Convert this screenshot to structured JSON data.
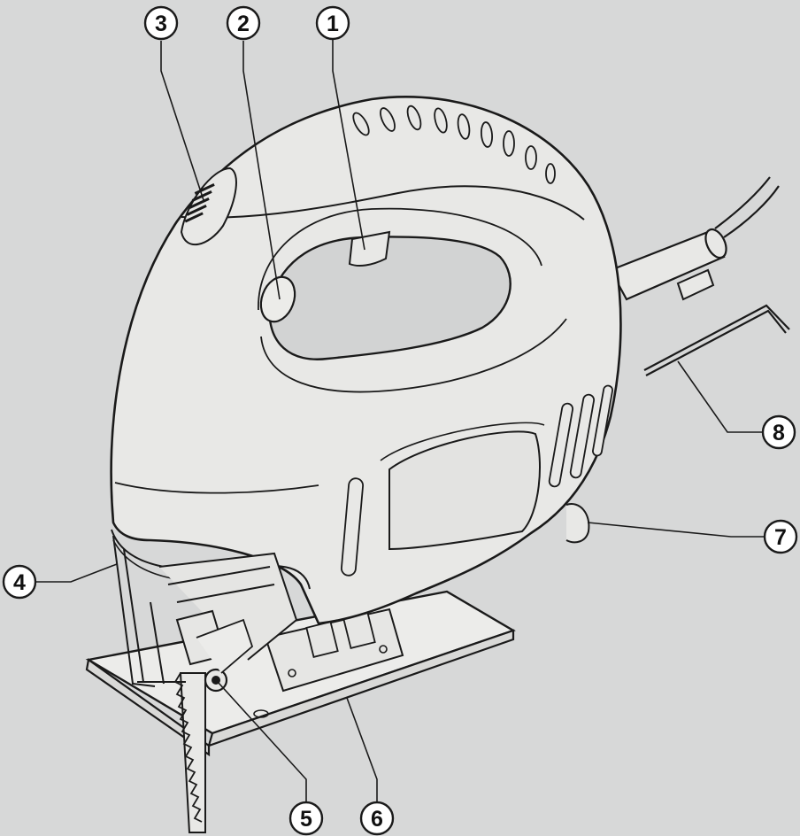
{
  "diagram": {
    "background_color": "#d7d8d8",
    "body_color": "#e8e8e6",
    "line_color": "#1a1a1a",
    "parts": [
      "jigsaw-body",
      "handle-opening",
      "ventilation-slots",
      "power-cord",
      "base-plate",
      "saw-blade",
      "blade-guard",
      "hex-key"
    ],
    "callouts": [
      {
        "id": "c1",
        "label": "1",
        "target": "trigger-switch"
      },
      {
        "id": "c2",
        "label": "2",
        "target": "lock-on-button"
      },
      {
        "id": "c3",
        "label": "3",
        "target": "speed-control-wheel"
      },
      {
        "id": "c4",
        "label": "4",
        "target": "blade-guard"
      },
      {
        "id": "c5",
        "label": "5",
        "target": "blade-clamp"
      },
      {
        "id": "c6",
        "label": "6",
        "target": "base-plate"
      },
      {
        "id": "c7",
        "label": "7",
        "target": "dust-extraction-port"
      },
      {
        "id": "c8",
        "label": "8",
        "target": "hex-key"
      }
    ]
  }
}
